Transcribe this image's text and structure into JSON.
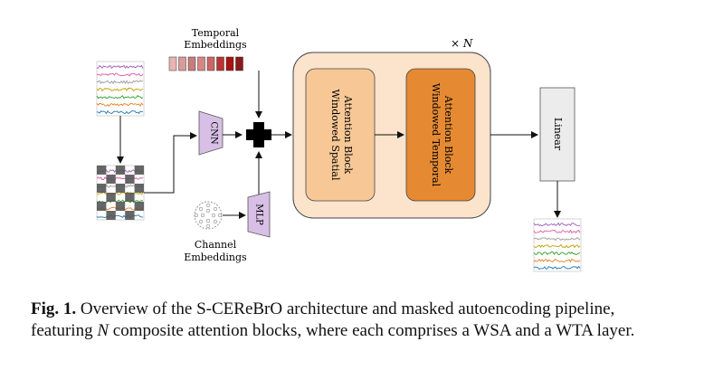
{
  "diagram": {
    "temporal_embeddings_line1": "Temporal",
    "temporal_embeddings_line2": "Embeddings",
    "channel_embeddings_line1": "Channel",
    "channel_embeddings_line2": "Embeddings",
    "cnn_label": "CNN",
    "mlp_label": "MLP",
    "repeat_label": "× N",
    "wsa_line1": "Windowed Spatial",
    "wsa_line2": "Attention Block",
    "wta_line1": "Windowed Temporal",
    "wta_line2": "Attention Block",
    "linear_label": "Linear",
    "temporal_token_colors": [
      "#e8b4b4",
      "#d99a9a",
      "#c97c7c",
      "#d88585",
      "#c66",
      "#b33",
      "#a11",
      "#8b1a1a"
    ],
    "colors": {
      "outer_block": "#fbe3cc",
      "wsa_block": "#f7c896",
      "wta_block": "#e58a33",
      "cnn_mlp": "#d8bfe6",
      "linear": "#ececec",
      "mask_dark": "#555555"
    },
    "eeg_trace_colors": [
      "#9b59b6",
      "#e056a8",
      "#9a9a9a",
      "#c0a000",
      "#2ca02c",
      "#e67e22",
      "#1f77b4"
    ]
  },
  "caption": {
    "figlabel": "Fig. 1.",
    "text_part1": " Overview of the S-CEReBrO architecture and masked autoencoding pipeline, featuring ",
    "italic_n": "N",
    "text_part2": " composite attention blocks, where each comprises a WSA and a WTA layer."
  }
}
